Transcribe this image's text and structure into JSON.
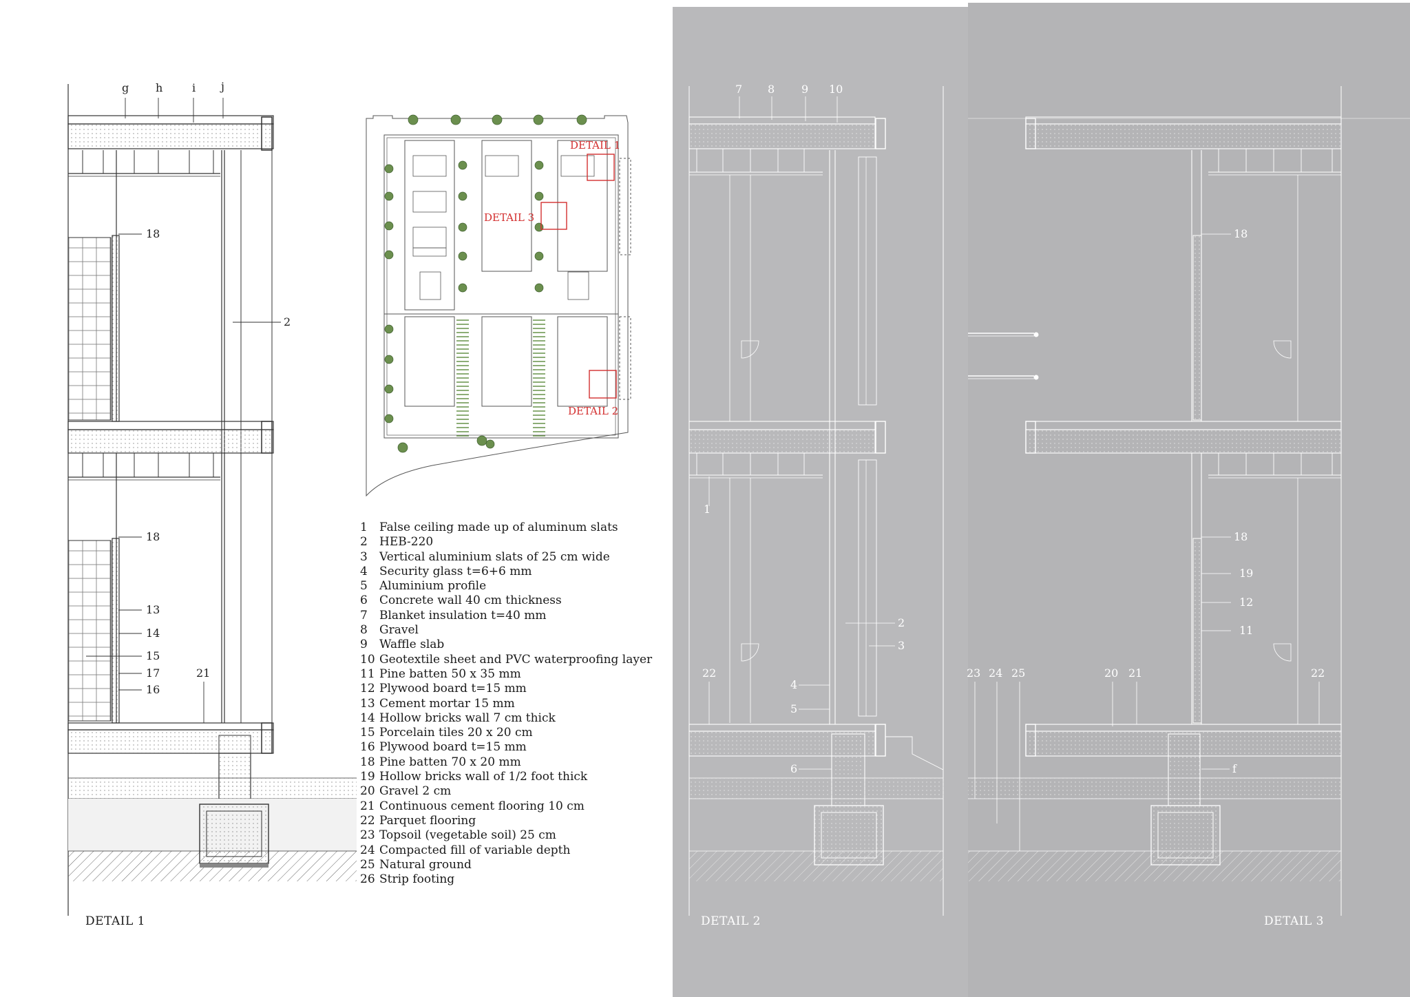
{
  "titles": {
    "detail1": "DETAIL 1",
    "detail2": "DETAIL 2",
    "detail3": "DETAIL 3"
  },
  "plan_tags": {
    "detail1": "DETAIL 1",
    "detail2": "DETAIL 2",
    "detail3": "DETAIL 3"
  },
  "labels": {
    "d1": {
      "g": "g",
      "h": "h",
      "i": "i",
      "j": "j",
      "n18a": "18",
      "n2": "2",
      "n18b": "18",
      "n13": "13",
      "n14": "14",
      "n15": "15",
      "n17": "17",
      "n16": "16",
      "n21": "21"
    },
    "d2": {
      "n7": "7",
      "n8": "8",
      "n9": "9",
      "n10": "10",
      "n1": "1",
      "n2": "2",
      "n3": "3",
      "n22": "22",
      "n4": "4",
      "n5": "5",
      "n6": "6"
    },
    "d3": {
      "n18a": "18",
      "n18b": "18",
      "n19": "19",
      "n12": "12",
      "n11": "11",
      "n23": "23",
      "n24": "24",
      "n25": "25",
      "n20": "20",
      "n21": "21",
      "n22": "22",
      "f": "f"
    }
  },
  "legend": [
    {
      "num": "1",
      "text": "False ceiling made up of aluminum slats"
    },
    {
      "num": "2",
      "text": "HEB-220"
    },
    {
      "num": "3",
      "text": "Vertical aluminium slats of 25 cm wide"
    },
    {
      "num": "4",
      "text": "Security glass t=6+6 mm"
    },
    {
      "num": "5",
      "text": "Aluminium profile"
    },
    {
      "num": "6",
      "text": "Concrete wall 40 cm thickness"
    },
    {
      "num": "7",
      "text": "Blanket insulation t=40 mm"
    },
    {
      "num": "8",
      "text": "Gravel"
    },
    {
      "num": "9",
      "text": "Waffle slab"
    },
    {
      "num": "10",
      "text": "Geotextile sheet and PVC waterproofing layer"
    },
    {
      "num": "11",
      "text": "Pine batten 50 x 35 mm"
    },
    {
      "num": "12",
      "text": "Plywood board t=15 mm"
    },
    {
      "num": "13",
      "text": "Cement mortar 15 mm"
    },
    {
      "num": "14",
      "text": "Hollow bricks wall 7 cm thick"
    },
    {
      "num": "15",
      "text": "Porcelain tiles 20 x 20 cm"
    },
    {
      "num": "16",
      "text": "Plywood board t=15 mm"
    },
    {
      "num": "18",
      "text": "Pine batten 70 x 20 mm"
    },
    {
      "num": "19",
      "text": "Hollow bricks wall of 1/2 foot thick"
    },
    {
      "num": "20",
      "text": "Gravel 2 cm"
    },
    {
      "num": "21",
      "text": "Continuous cement flooring 10 cm"
    },
    {
      "num": "22",
      "text": "Parquet flooring"
    },
    {
      "num": "23",
      "text": "Topsoil (vegetable soil) 25 cm"
    },
    {
      "num": "24",
      "text": "Compacted fill of variable depth"
    },
    {
      "num": "25",
      "text": "Natural ground"
    },
    {
      "num": "26",
      "text": "Strip footing"
    }
  ],
  "colors": {
    "panel_grey": "#b9b9bb",
    "panel_grey_2": "#b4b4b6",
    "line_dark": "#333333",
    "line_light": "#ffffff",
    "accent_red": "#d32f2f",
    "plant_green": "#5a8a3a"
  }
}
